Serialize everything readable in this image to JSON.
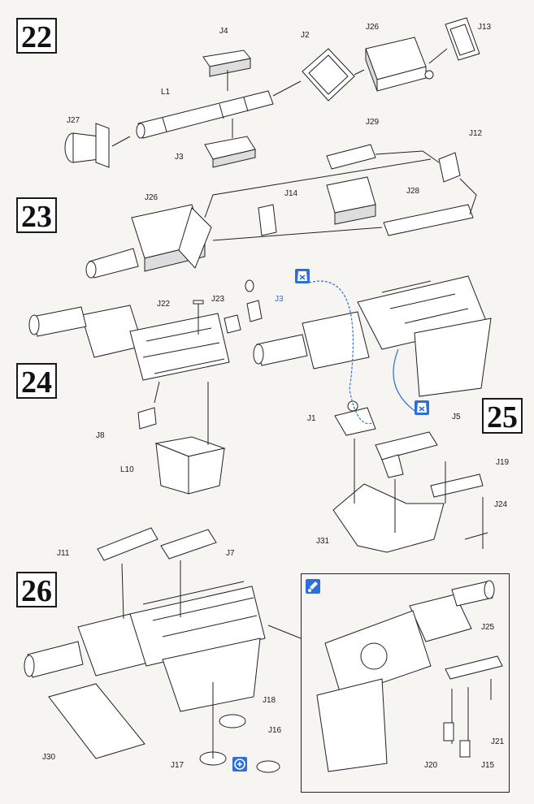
{
  "steps": [
    {
      "number": "22"
    },
    {
      "number": "23"
    },
    {
      "number": "24"
    },
    {
      "number": "25"
    },
    {
      "number": "26"
    }
  ],
  "parts": {
    "j4": "J4",
    "j2": "J2",
    "j26_a": "J26",
    "j13": "J13",
    "l1": "L1",
    "j27": "J27",
    "j3_a": "J3",
    "j29": "J29",
    "j12": "J12",
    "j26_b": "J26",
    "j14": "J14",
    "j28": "J28",
    "j22": "J22",
    "j23": "J23",
    "j3_b": "J3",
    "j8": "J8",
    "l10": "L10",
    "j1": "J1",
    "j5": "J5",
    "j19": "J19",
    "j24": "J24",
    "j31": "J31",
    "j11": "J11",
    "j7": "J7",
    "j25": "J25",
    "j18": "J18",
    "j16": "J16",
    "j30": "J30",
    "j17": "J17",
    "j21": "J21",
    "j20": "J20",
    "j15": "J15"
  },
  "icons": {
    "cut_icon_1": "scissors-remove-icon",
    "cut_icon_2": "scissors-remove-icon",
    "paint_icon": "paint-brush-icon",
    "option_icon": "choose-option-icon"
  },
  "colors": {
    "accent": "#2d6fd6",
    "ink": "#222222",
    "paper": "#f6f5f1"
  }
}
